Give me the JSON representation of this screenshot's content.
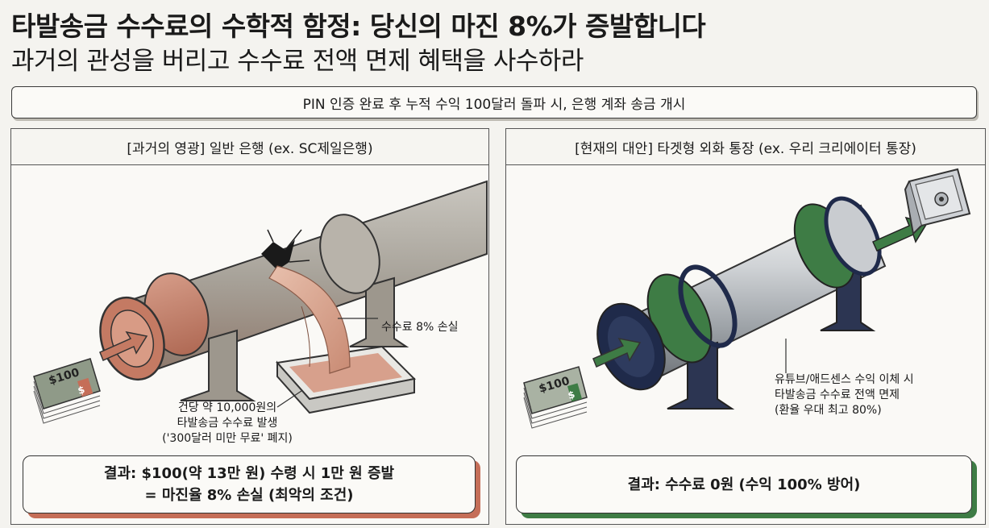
{
  "header": {
    "title": "타발송금 수수료의 수학적 함정: 당신의 마진 8%가 증발합니다",
    "subtitle": "과거의 관성을 버리고 수수료 전액 면제 혜택을 사수하라"
  },
  "banner": {
    "text": "PIN 인증 완료 후 누적 수익 100달러 돌파 시, 은행 계좌 송금 개시"
  },
  "left_panel": {
    "heading": "[과거의 영광] 일반 은행 (ex. SC제일은행)",
    "bill_label": "$100",
    "bill_symbol": "$",
    "leak_label": "수수료 8% 손실",
    "fee_lines": [
      "건당 약 10,000원의",
      "타발송금 수수료 발생",
      "('300달러 미만 무료' 폐지)"
    ],
    "result_lines": [
      "결과: $100(약 13만 원) 수령 시 1만 원 증발",
      "= 마진율 8% 손실 (최악의 조건)"
    ],
    "accent": "#c56e58"
  },
  "right_panel": {
    "heading": "[현재의 대안] 타겟형 외화 통장 (ex. 우리 크리에이터 통장)",
    "bill_label": "$100",
    "bill_symbol": "$",
    "benefit_lines": [
      "유튜브/애드센스 수익 이체 시",
      "타발송금 수수료 전액 면제",
      "(환율 우대 최고 80%)"
    ],
    "result_lines": [
      "결과: 수수료 0원 (수익 100% 방어)"
    ],
    "accent": "#3e7c45"
  }
}
